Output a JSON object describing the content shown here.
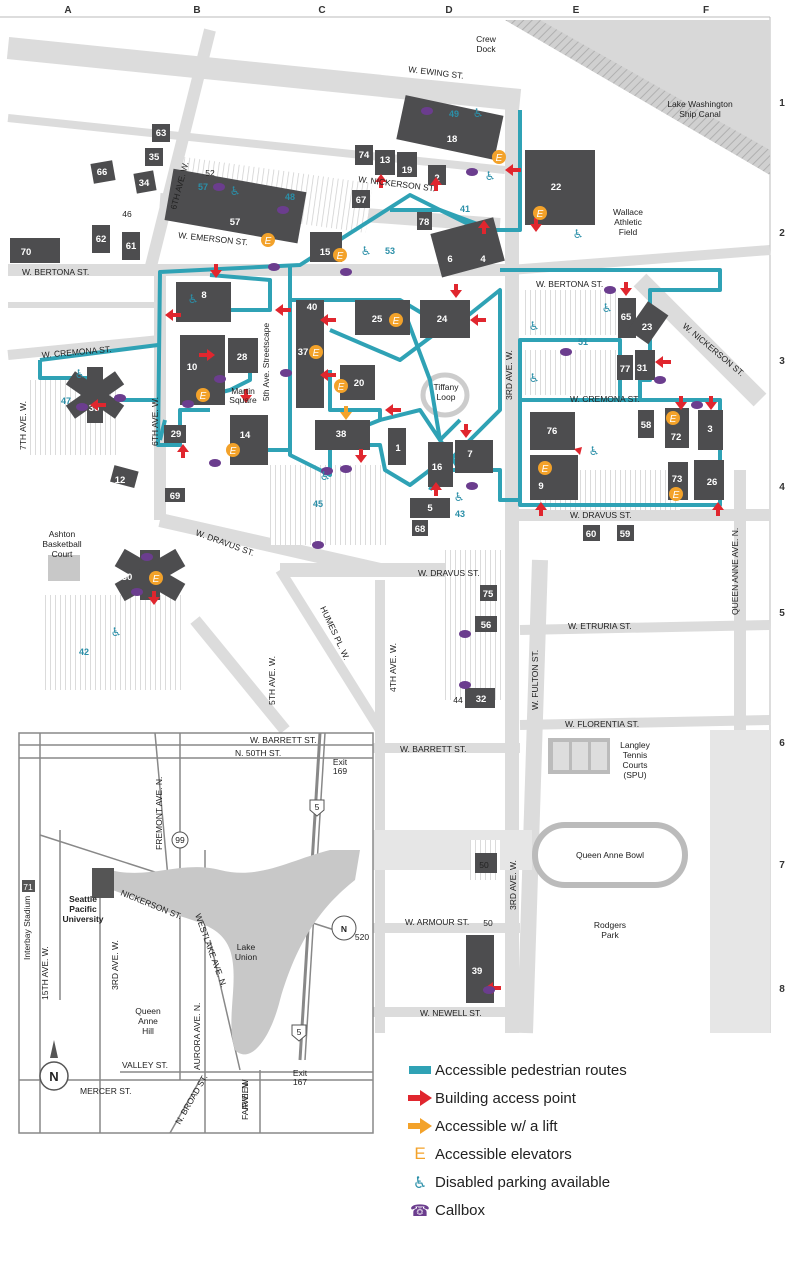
{
  "grid": {
    "columns": [
      "A",
      "B",
      "C",
      "D",
      "E",
      "F"
    ],
    "rows": [
      "1",
      "2",
      "3",
      "4",
      "5",
      "6",
      "7",
      "8"
    ]
  },
  "streets": {
    "ewing": "W. EWING ST.",
    "nickerson": "W. NICKERSON ST.",
    "nickerson_east": "W. NICKERSON ST.",
    "emerson": "W. EMERSON ST.",
    "bertona_west": "W. BERTONA ST.",
    "bertona_east": "W. BERTONA ST.",
    "cremona_west": "W. CREMONA ST.",
    "cremona_east": "W. CREMONA ST.",
    "dravus_west": "W. DRAVUS ST.",
    "dravus_mid": "W. DRAVUS ST.",
    "dravus_east": "W. DRAVUS ST.",
    "etruria": "W. ETRURIA ST.",
    "florentia": "W. FLORENTIA ST.",
    "barrett": "W. BARRETT ST.",
    "armour": "W. ARMOUR ST.",
    "newell": "W. NEWELL ST.",
    "seventh_ave": "7TH AVE. W.",
    "sixth_ave_north": "6TH AVE. W.",
    "sixth_ave_south": "6TH AVE. W.",
    "fifth_ave_streetscape": "5th Ave. Streetscape",
    "fifth_ave": "5TH AVE. W.",
    "humes": "HUMES PL. W.",
    "fourth_ave": "4TH AVE. W.",
    "third_ave_north": "3RD AVE. W.",
    "third_ave_south": "3RD AVE. W.",
    "fulton": "W. FULTON ST.",
    "queen_anne": "QUEEN ANNE AVE. N."
  },
  "places": {
    "crew_dock": [
      "Crew",
      "Dock"
    ],
    "ship_canal": [
      "Lake Washington",
      "Ship Canal"
    ],
    "wallace": [
      "Wallace",
      "Athletic",
      "Field"
    ],
    "tiffany": [
      "Tiffany",
      "Loop"
    ],
    "martin": [
      "Martin",
      "Square"
    ],
    "ashton": [
      "Ashton",
      "Basketball",
      "Court"
    ],
    "langley": [
      "Langley",
      "Tennis",
      "Courts",
      "(SPU)"
    ],
    "bowl": "Queen Anne Bowl",
    "rodgers": [
      "Rodgers",
      "Park"
    ]
  },
  "buildings": [
    "1",
    "2",
    "3",
    "4",
    "5",
    "6",
    "7",
    "8",
    "9",
    "10",
    "12",
    "13",
    "14",
    "15",
    "16",
    "18",
    "19",
    "20",
    "22",
    "23",
    "24",
    "25",
    "26",
    "28",
    "29",
    "30",
    "31",
    "32",
    "34",
    "35",
    "36",
    "37",
    "38",
    "39",
    "40",
    "44",
    "50",
    "56",
    "57",
    "58",
    "59",
    "60",
    "61",
    "62",
    "63",
    "65",
    "66",
    "67",
    "68",
    "69",
    "70",
    "72",
    "73",
    "74",
    "75",
    "76",
    "77",
    "78"
  ],
  "parking_lots": [
    "41",
    "42",
    "43",
    "45",
    "46",
    "47",
    "48",
    "49",
    "51",
    "52",
    "53",
    "57",
    "50"
  ],
  "inset": {
    "barrett": "W. BARRETT ST.",
    "n50th": "N. 50TH ST.",
    "exit169": [
      "Exit",
      "169"
    ],
    "fremont": "FREMONT AVE. N.",
    "route99": "99",
    "route5_top": "5",
    "route5_bottom": "5",
    "route520": "520",
    "nickerson": "NICKERSON ST.",
    "westlake": "WESTLAKE AVE. N.",
    "lake_union": [
      "Lake",
      "Union"
    ],
    "aurora": "AURORA AVE. N.",
    "spu": [
      "Seattle",
      "Pacific",
      "University"
    ],
    "interbay": "Interbay Stadium",
    "building71": "71",
    "fifteenth": "15TH AVE. W.",
    "third": "3RD AVE. W.",
    "queen_anne_hill": [
      "Queen",
      "Anne",
      "Hill"
    ],
    "valley": "VALLEY ST.",
    "mercer": "MERCER ST.",
    "broad": "N. BROAD ST.",
    "fairview": [
      "FAIRVIEW",
      "AVE. N."
    ],
    "exit167": [
      "Exit",
      "167"
    ],
    "north": "N"
  },
  "legend": [
    {
      "symbol": "route-swatch",
      "label": "Accessible pedestrian routes"
    },
    {
      "symbol": "building-access-arrow",
      "label": "Building access point"
    },
    {
      "symbol": "lift-arrow",
      "label": "Accessible w/ a lift"
    },
    {
      "symbol": "elevator-e",
      "label": "Accessible elevators"
    },
    {
      "symbol": "wheelchair",
      "label": "Disabled parking available"
    },
    {
      "symbol": "phone",
      "label": "Callbox"
    }
  ],
  "colors": {
    "route": "#2fa2b5",
    "building": "#4d4d4f",
    "road": "#d9dadb",
    "access_arrow": "#e0262e",
    "lift_arrow": "#f3a22a",
    "elevator": "#f3a22a",
    "callbox": "#6b3d8e",
    "parking_text": "#2b8fa8"
  }
}
